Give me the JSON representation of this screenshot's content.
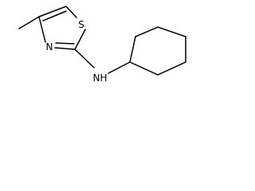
{
  "molecule": {
    "atoms": {
      "sulfur": "S",
      "ring_nitrogen": "N",
      "amine_nitrogen": "N",
      "amine_hydrogen": "H"
    }
  }
}
